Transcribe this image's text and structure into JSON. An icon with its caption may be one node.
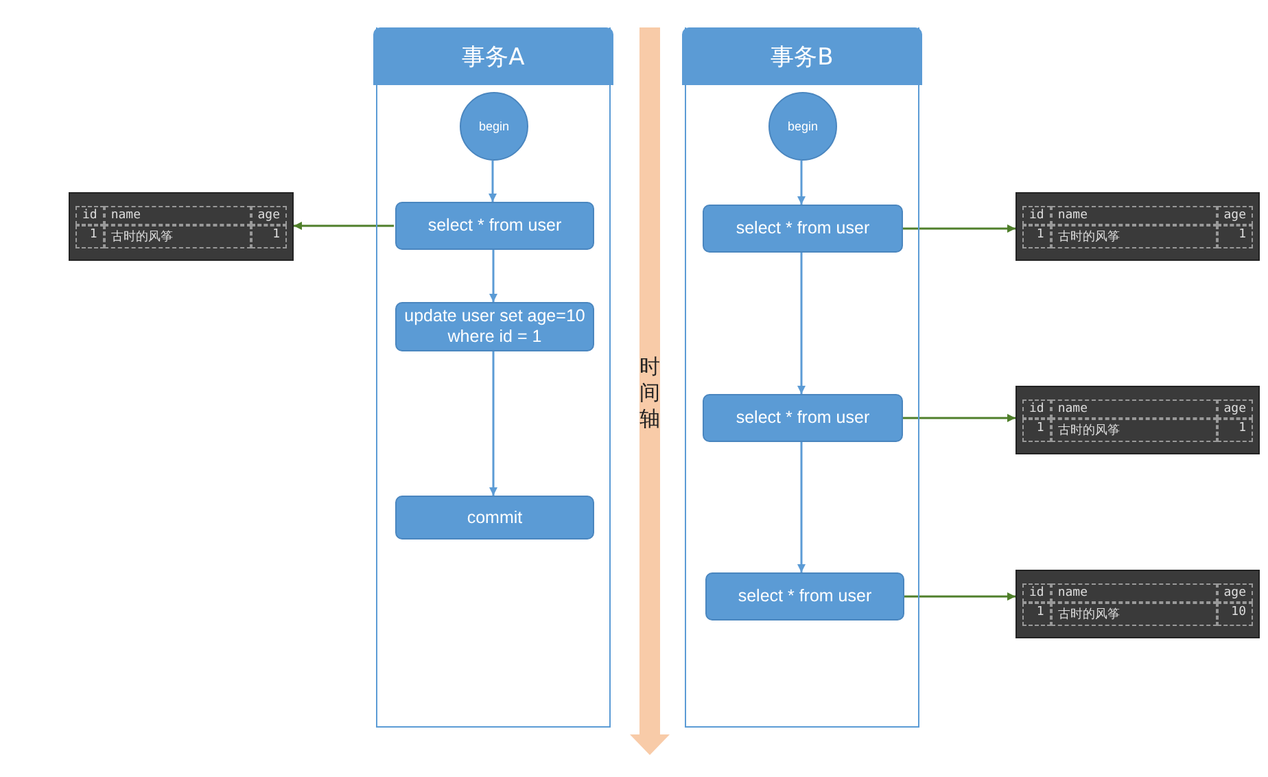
{
  "diagram": {
    "nodes": [
      {
        "text": [
          "事务A"
        ]
      },
      {
        "text": [
          "begin"
        ],
        "in": 0
      },
      {
        "text": [
          "select * from user"
        ],
        "in": 0
      },
      {
        "text": [
          "update user set age=10 where id = 1"
        ],
        "in": 0
      },
      {
        "text": [
          "commit"
        ],
        "in": 0
      },
      {
        "text": [
          "事务B"
        ]
      },
      {
        "text": [
          "begin"
        ],
        "in": 5
      },
      {
        "text": [
          "select * from user"
        ],
        "in": 5
      },
      {
        "text": [
          "select * from user"
        ],
        "in": 5
      },
      {
        "text": [
          "select * from user"
        ],
        "in": 5
      },
      {
        "text": [
          "id",
          "name",
          "age",
          "1",
          "古时的风筝",
          "1"
        ]
      },
      {
        "text": [
          "id",
          "name",
          "age",
          "1",
          "古时的风筝",
          "1"
        ]
      },
      {
        "text": [
          "id",
          "name",
          "age",
          "1",
          "古时的风筝",
          "1"
        ]
      },
      {
        "text": [
          "id",
          "name",
          "age",
          "1",
          "古时的风筝",
          "10"
        ]
      }
    ],
    "edges": [
      {
        "from": 1,
        "to": 2,
        "arrow": "to"
      },
      {
        "from": 2,
        "to": 3,
        "arrow": "to"
      },
      {
        "from": 3,
        "to": 4,
        "arrow": "to"
      },
      {
        "from": 2,
        "to": 10,
        "arrow": "to",
        "color": "#4f7f2a"
      },
      {
        "from": 6,
        "to": 7,
        "arrow": "to"
      },
      {
        "from": 7,
        "to": 8,
        "arrow": "to"
      },
      {
        "from": 8,
        "to": 9,
        "arrow": "to"
      },
      {
        "from": 7,
        "to": 11,
        "arrow": "to",
        "color": "#4f7f2a"
      },
      {
        "from": 8,
        "to": 12,
        "arrow": "to",
        "color": "#4f7f2a"
      },
      {
        "from": 9,
        "to": 13,
        "arrow": "to",
        "color": "#4f7f2a"
      }
    ],
    "labels": [
      "时间轴"
    ]
  }
}
